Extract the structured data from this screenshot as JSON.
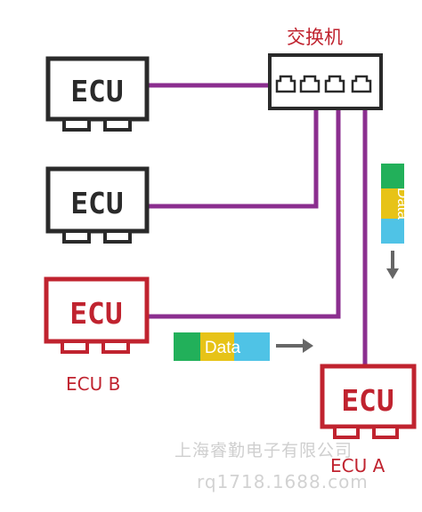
{
  "switch": {
    "label": "交换机"
  },
  "ecus": [
    {
      "text": "ECU",
      "label": ""
    },
    {
      "text": "ECU",
      "label": ""
    },
    {
      "text": "ECU",
      "label": "ECU B"
    },
    {
      "text": "ECU",
      "label": "ECU A"
    }
  ],
  "data_packets": [
    {
      "text": "Data",
      "direction": "right"
    },
    {
      "text": "Data",
      "direction": "down"
    }
  ],
  "watermark": {
    "line1": "上海睿勤电子有限公司",
    "line2": "rq1718.1688.com"
  },
  "colors": {
    "normal_ecu": "#2a2a2a",
    "highlight_ecu": "#c0232f",
    "wire": "#8b2e8f",
    "packet_green": "#22b05a",
    "packet_yellow": "#e7c317",
    "packet_blue": "#4fc3e6",
    "arrow": "#666666"
  }
}
